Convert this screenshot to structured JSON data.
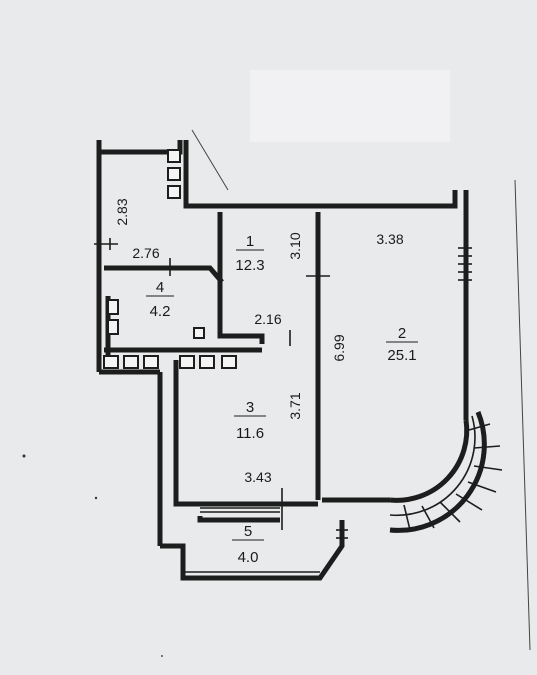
{
  "plan": {
    "rooms": [
      {
        "number": "1",
        "area": "12.3"
      },
      {
        "number": "2",
        "area": "25.1"
      },
      {
        "number": "3",
        "area": "11.6"
      },
      {
        "number": "4",
        "area": "4.2"
      },
      {
        "number": "5",
        "area": "4.0"
      }
    ],
    "dimensions": {
      "corridor_top_height": "2.83",
      "corridor_width": "2.76",
      "room1_height": "3.10",
      "room1_width": "2.16",
      "room2_width": "3.38",
      "room2_height": "6.99",
      "room3_height": "3.71",
      "room3_width": "3.43"
    }
  },
  "colors": {
    "paper": "#e9eaec",
    "ink": "#1d1d1d"
  }
}
